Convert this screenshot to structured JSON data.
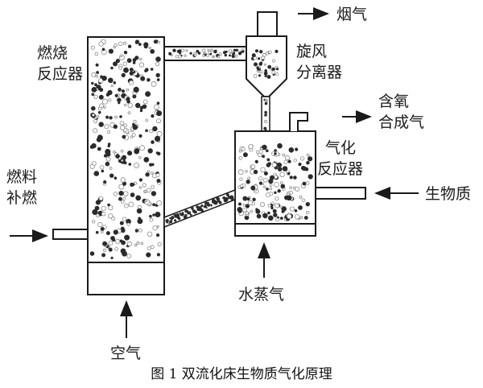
{
  "labels": {
    "combustion_line1": "燃烧",
    "combustion_line2": "反应器",
    "fuel_line1": "燃料",
    "fuel_line2": "补燃",
    "air": "空气",
    "flue_gas": "烟气",
    "cyclone_line1": "旋风",
    "cyclone_line2": "分离器",
    "syngas_line1": "含氧",
    "syngas_line2": "合成气",
    "gasifier_line1": "气化",
    "gasifier_line2": "反应器",
    "biomass": "生物质",
    "steam": "水蒸气"
  },
  "caption": "图 1  双流化床生物质气化原理",
  "colors": {
    "ink": "#1a1a1a",
    "particle": "#2b2b2b",
    "particle_light": "#8a8a8a"
  }
}
